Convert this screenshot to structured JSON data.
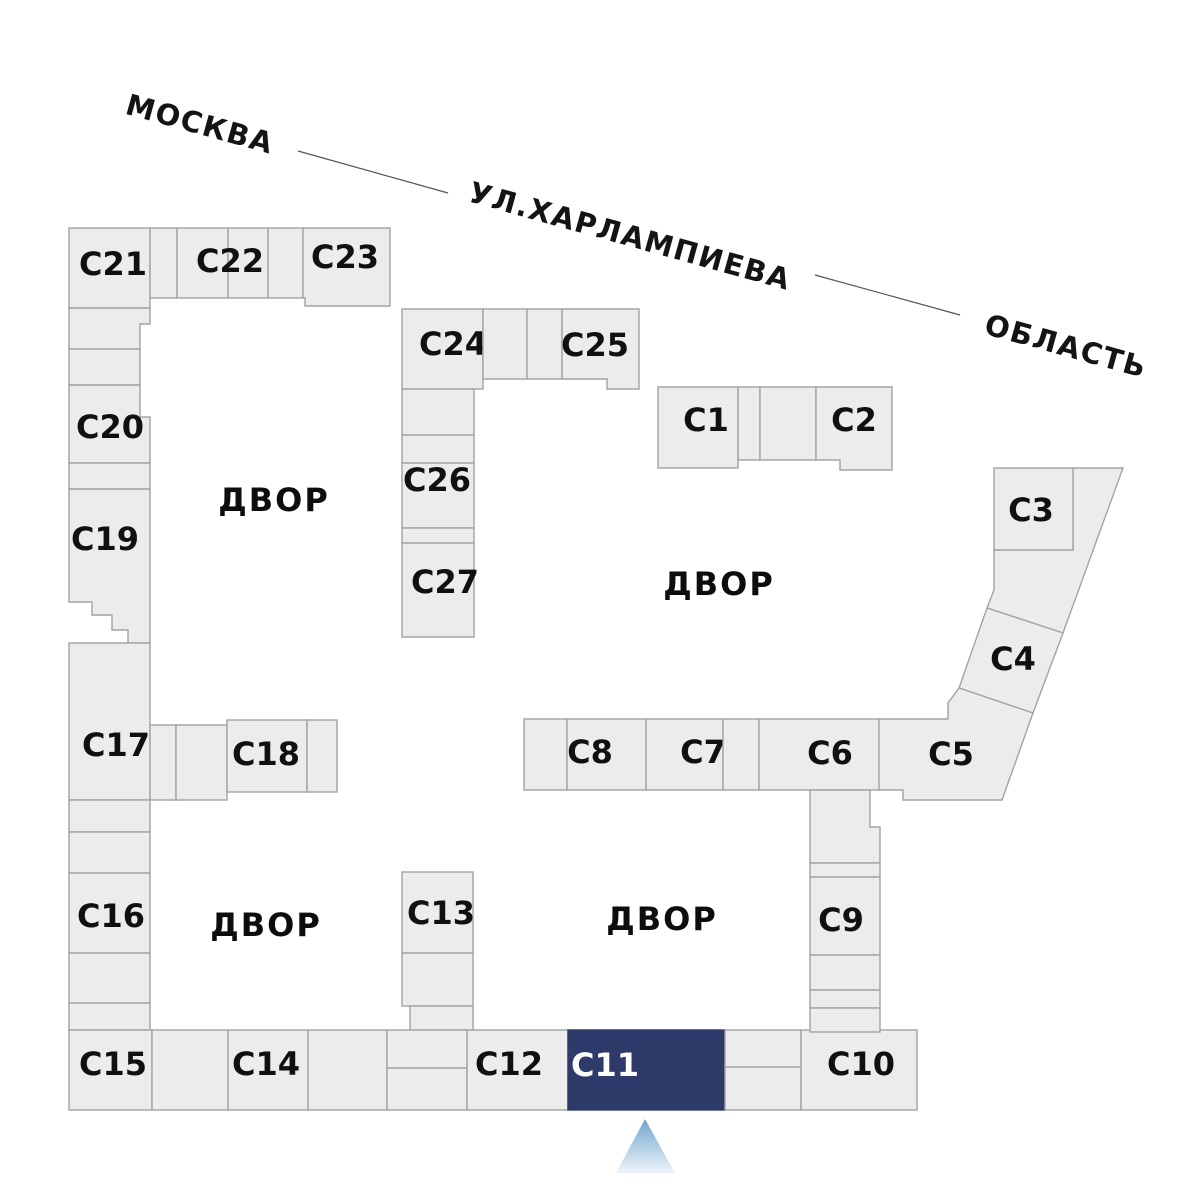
{
  "selected_building": "С11",
  "streets": {
    "moskva": "МОСКВА",
    "kharlampieva": "УЛ.ХАРЛАМПИЕВА",
    "oblast": "ОБЛАСТЬ"
  },
  "courtyard_label": "ДВОР",
  "buildings": {
    "c1": {
      "label": "С1"
    },
    "c2": {
      "label": "С2"
    },
    "c3": {
      "label": "С3"
    },
    "c4": {
      "label": "С4"
    },
    "c5": {
      "label": "С5"
    },
    "c6": {
      "label": "С6"
    },
    "c7": {
      "label": "С7"
    },
    "c8": {
      "label": "С8"
    },
    "c9": {
      "label": "С9"
    },
    "c10": {
      "label": "С10"
    },
    "c11": {
      "label": "С11"
    },
    "c12": {
      "label": "С12"
    },
    "c13": {
      "label": "С13"
    },
    "c14": {
      "label": "С14"
    },
    "c15": {
      "label": "С15"
    },
    "c16": {
      "label": "С16"
    },
    "c17": {
      "label": "С17"
    },
    "c18": {
      "label": "С18"
    },
    "c19": {
      "label": "С19"
    },
    "c20": {
      "label": "С20"
    },
    "c21": {
      "label": "С21"
    },
    "c22": {
      "label": "С22"
    },
    "c23": {
      "label": "С23"
    },
    "c24": {
      "label": "С24"
    },
    "c25": {
      "label": "С25"
    },
    "c26": {
      "label": "С26"
    },
    "c27": {
      "label": "С27"
    }
  },
  "colors": {
    "building_fill": "#ececec",
    "building_stroke": "#a3a3a3",
    "selected_fill": "#2d3a6a",
    "selected_label": "#ffffff",
    "label": "#101010",
    "street_line": "#555555",
    "pointer_top": "#6fa6ce",
    "pointer_bottom": "#eef4f9"
  }
}
